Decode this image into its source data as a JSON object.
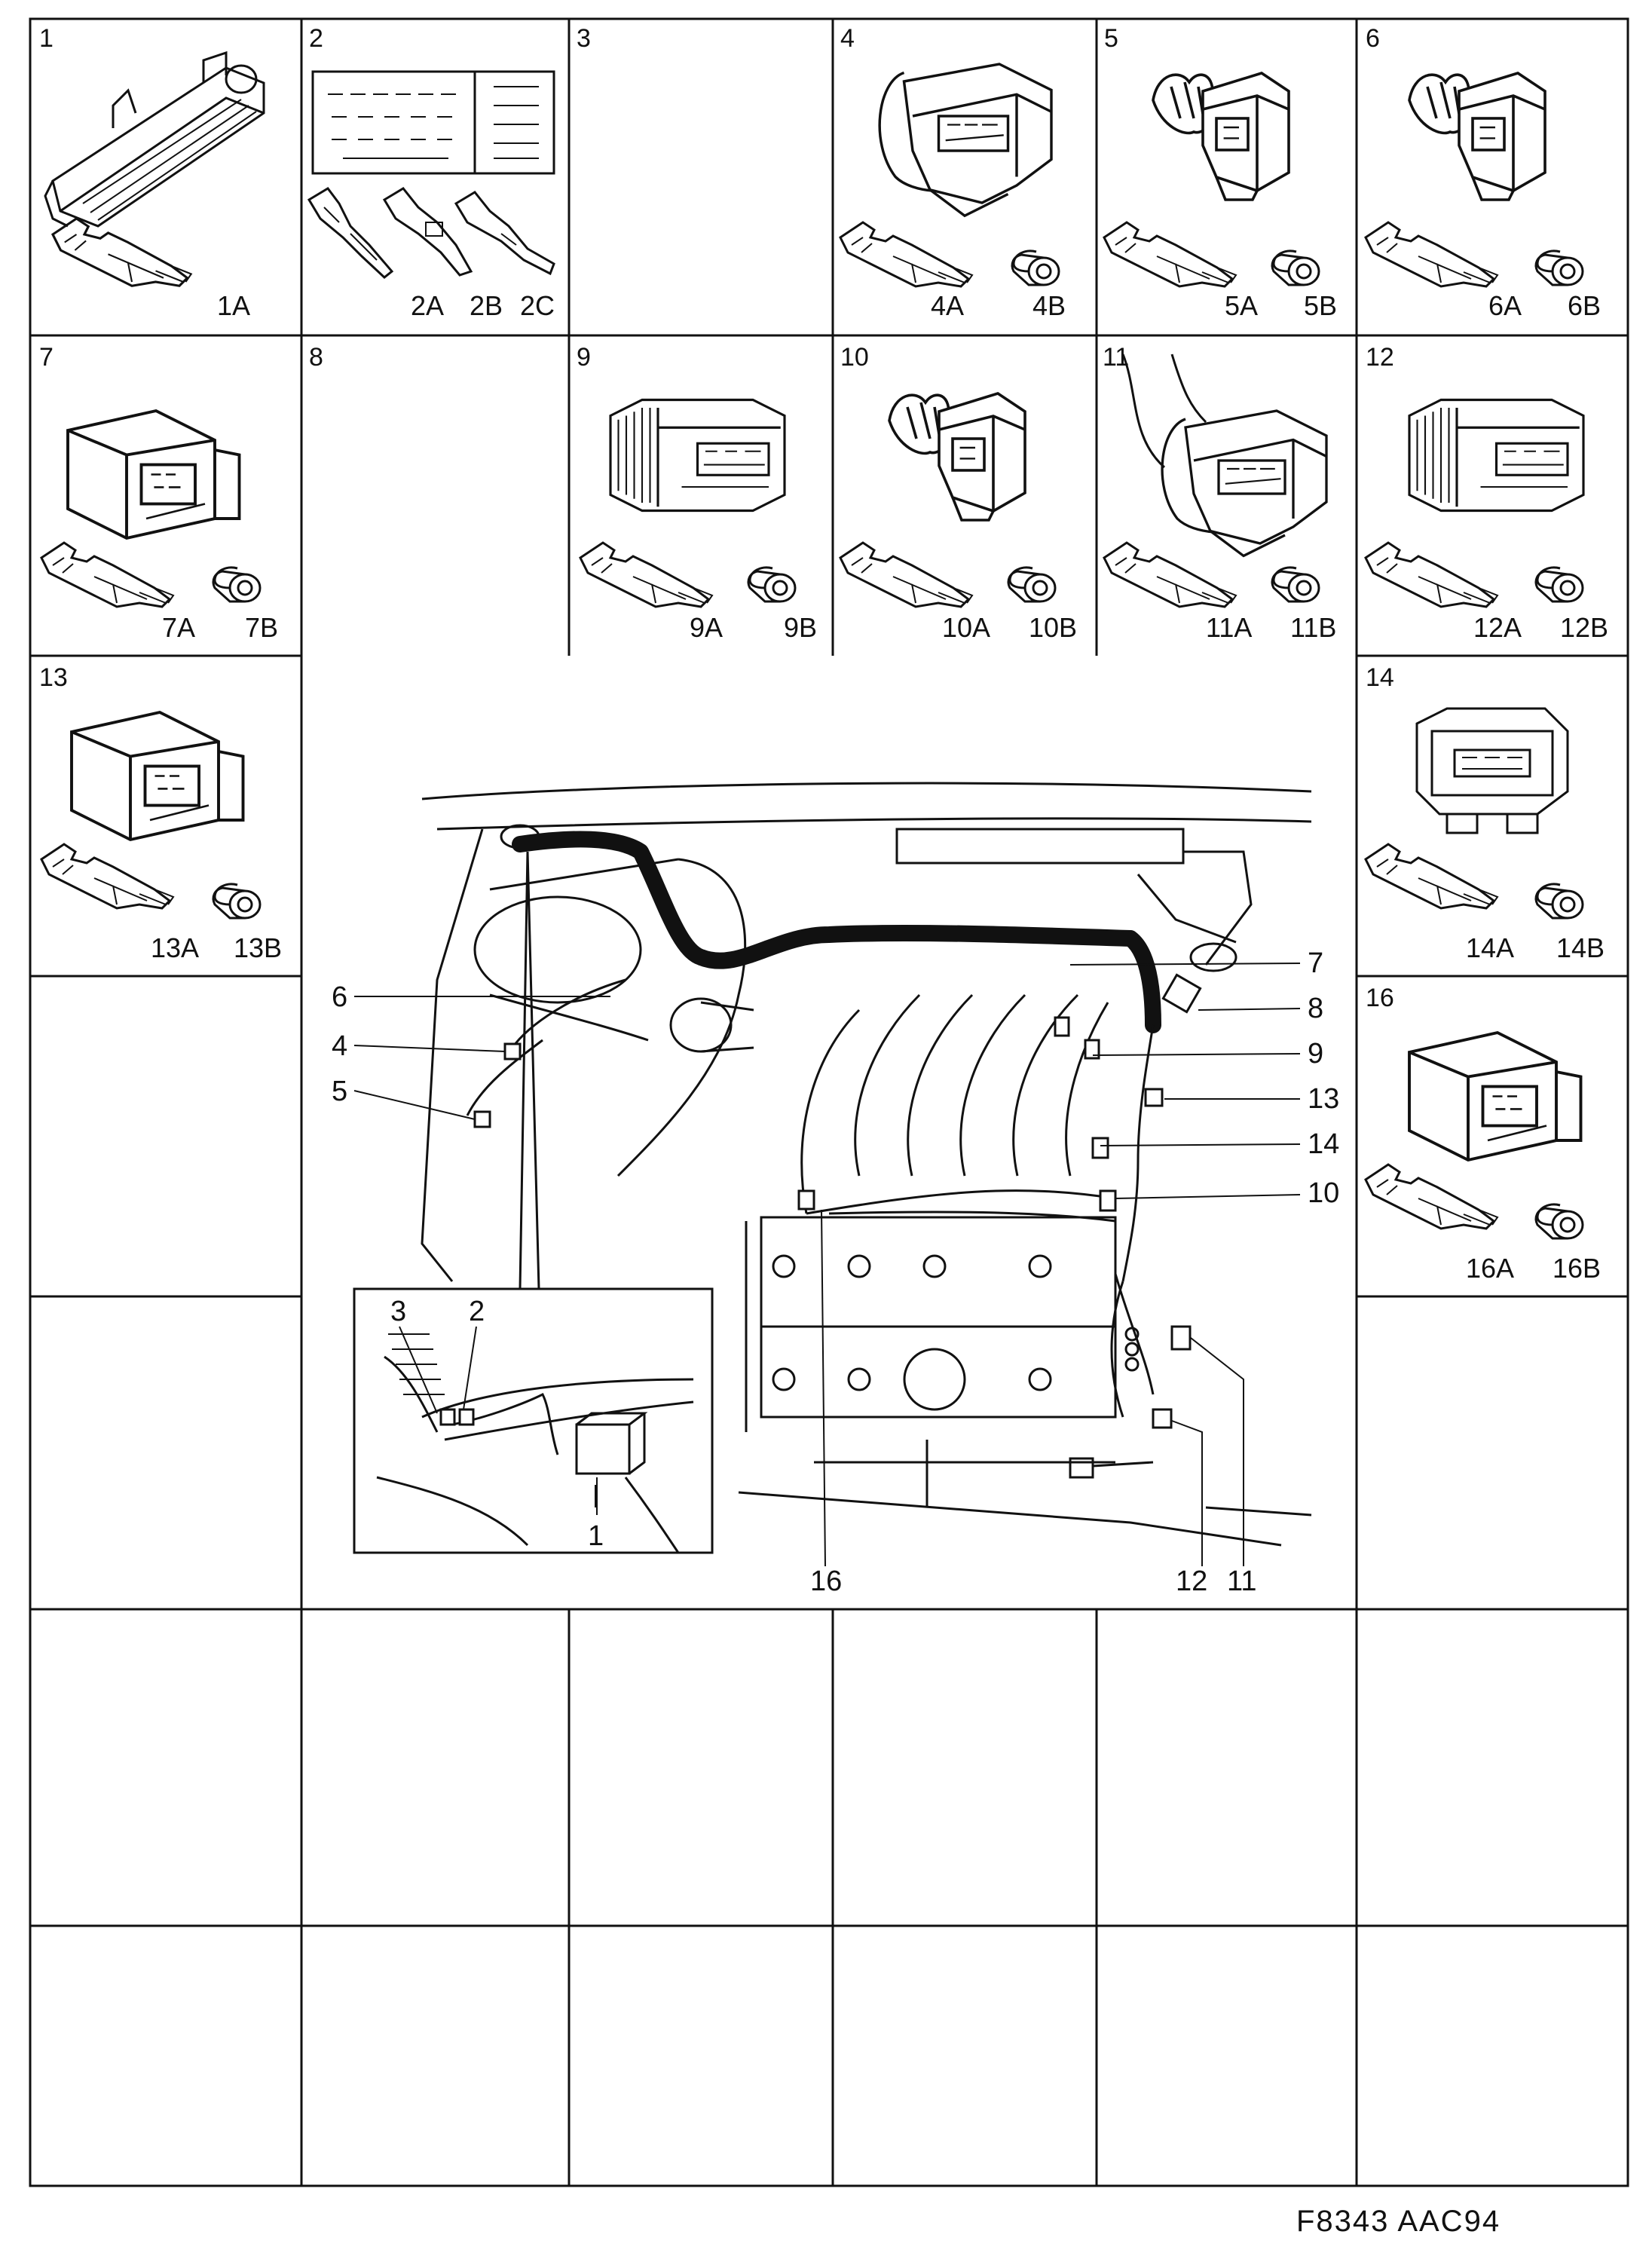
{
  "figure_code": "F8343 AAC94",
  "cells": [
    {
      "num": "1",
      "parts": [
        "1A"
      ]
    },
    {
      "num": "2",
      "parts": [
        "2A",
        "2B",
        "2C"
      ]
    },
    {
      "num": "3",
      "parts": []
    },
    {
      "num": "4",
      "parts": [
        "4A",
        "4B"
      ]
    },
    {
      "num": "5",
      "parts": [
        "5A",
        "5B"
      ]
    },
    {
      "num": "6",
      "parts": [
        "6A",
        "6B"
      ]
    },
    {
      "num": "7",
      "parts": [
        "7A",
        "7B"
      ]
    },
    {
      "num": "8",
      "parts": []
    },
    {
      "num": "9",
      "parts": [
        "9A",
        "9B"
      ]
    },
    {
      "num": "10",
      "parts": [
        "10A",
        "10B"
      ]
    },
    {
      "num": "11",
      "parts": [
        "11A",
        "11B"
      ]
    },
    {
      "num": "12",
      "parts": [
        "12A",
        "12B"
      ]
    },
    {
      "num": "13",
      "parts": [
        "13A",
        "13B"
      ]
    },
    {
      "num": "14",
      "parts": [
        "14A",
        "14B"
      ]
    },
    {
      "num": "16",
      "parts": [
        "16A",
        "16B"
      ]
    }
  ],
  "callouts": {
    "left": [
      "6",
      "4",
      "5"
    ],
    "right": [
      "7",
      "8",
      "9",
      "13",
      "14",
      "10"
    ],
    "bottom": [
      "16",
      "12",
      "11"
    ],
    "inset": [
      "3",
      "2",
      "1"
    ]
  },
  "icons": [
    "connector-housing-icon",
    "terminal-pin-icon",
    "seal-plug-icon",
    "engine-bay-illustration"
  ]
}
